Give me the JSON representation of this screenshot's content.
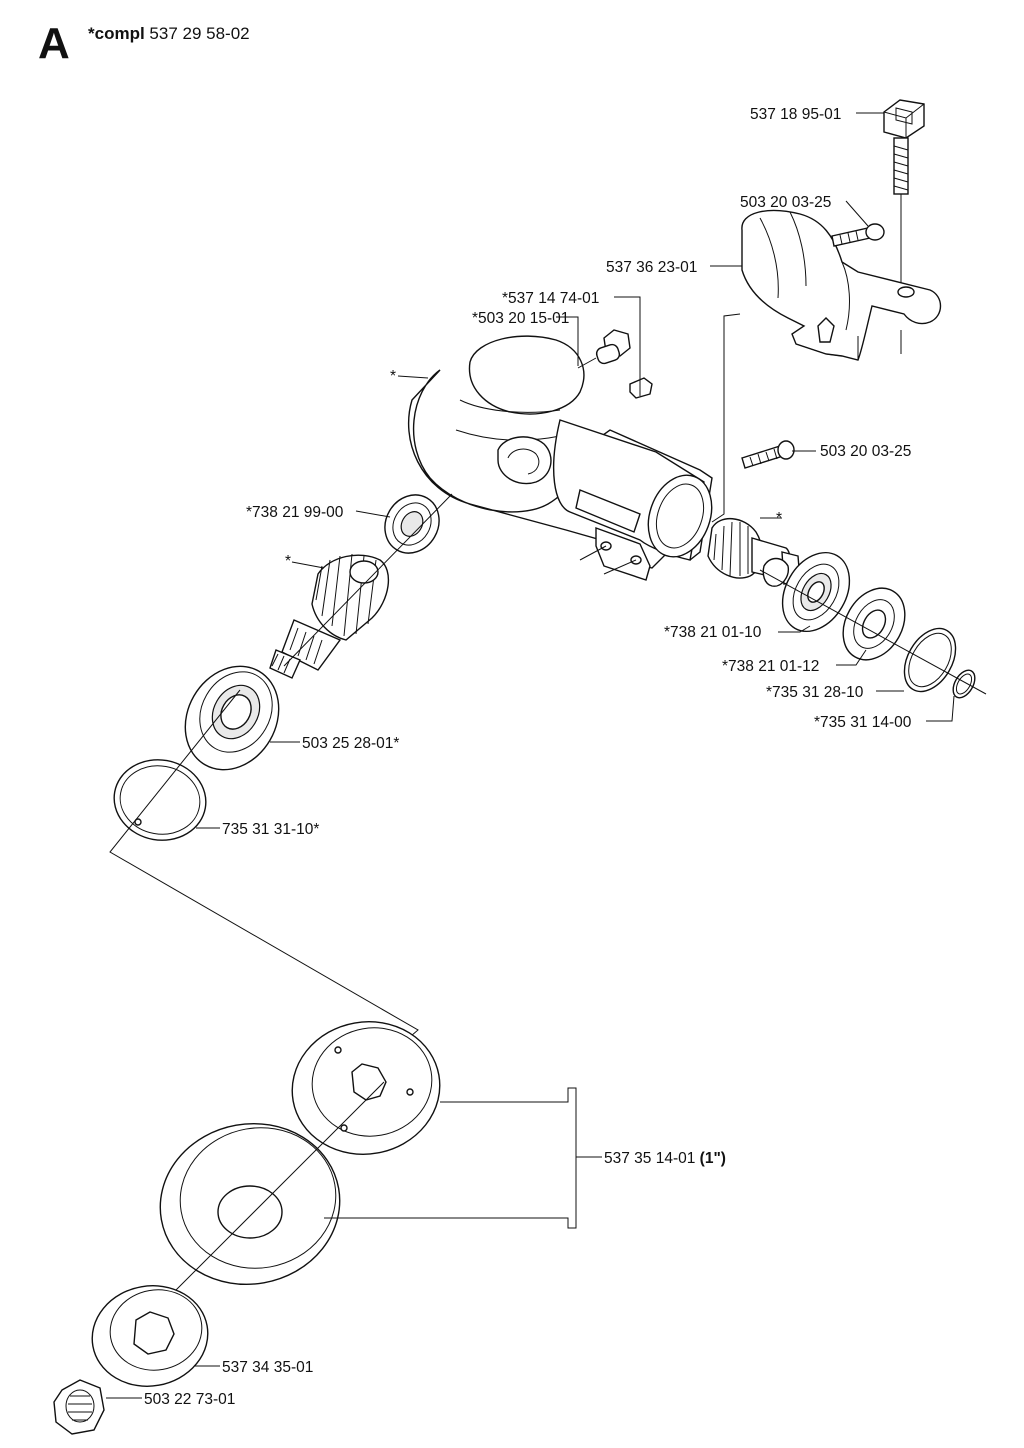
{
  "header": {
    "section": "A",
    "compl_prefix": "*compl",
    "compl_number": "537 29 58-02"
  },
  "labels": {
    "l1": "537 18 95-01",
    "l2": "503 20 03-25",
    "l3": "537 36 23-01",
    "l4": "*537 14 74-01",
    "l5": "*503 20 15-01",
    "l6": "*",
    "l7": "503 20 03-25",
    "l8": "*738 21 99-00",
    "l9": "*",
    "l10": "*",
    "l11": "*738 21 01-10",
    "l12": "*738 21 01-12",
    "l13": "*735 31 28-10",
    "l14": "*735 31 14-00",
    "l15": "503 25 28-01*",
    "l16": "735 31 31-10*",
    "l17": "537 35 14-01",
    "l17b": "(1\")",
    "l18": "537 34 35-01",
    "l19": "503 22 73-01"
  }
}
